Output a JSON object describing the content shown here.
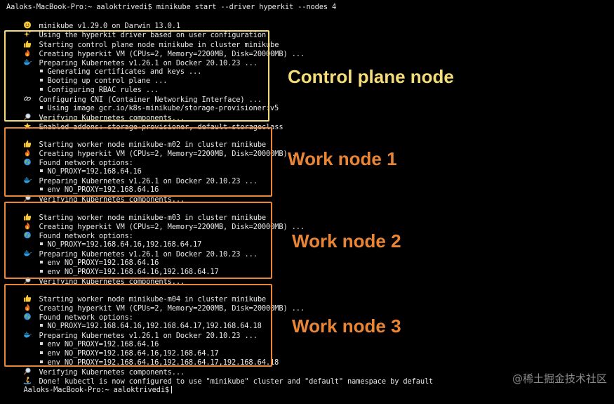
{
  "terminal": {
    "command_line": "Aaloks-MacBook-Pro:~ aaloktrivedi$ minikube start --driver hyperkit --nodes 4",
    "control_plane": {
      "lines": [
        "minikube v1.29.0 on Darwin 13.0.1",
        "Using the hyperkit driver based on user configuration",
        "Starting control plane node minikube in cluster minikube",
        "Creating hyperkit VM (CPUs=2, Memory=2200MB, Disk=20000MB) ...",
        "Preparing Kubernetes v1.26.1 on Docker 20.10.23 ...",
        "Generating certificates and keys ...",
        "Booting up control plane ...",
        "Configuring RBAC rules ...",
        "Configuring CNI (Container Networking Interface) ...",
        "Using image gcr.io/k8s-minikube/storage-provisioner:v5",
        "Verifying Kubernetes components...",
        "Enabled addons: storage-provisioner, default-storageclass"
      ]
    },
    "worker1": {
      "lines": [
        "Starting worker node minikube-m02 in cluster minikube",
        "Creating hyperkit VM (CPUs=2, Memory=2200MB, Disk=20000MB) ...",
        "Found network options:",
        "NO_PROXY=192.168.64.16",
        "Preparing Kubernetes v1.26.1 on Docker 20.10.23 ...",
        "env NO_PROXY=192.168.64.16",
        "Verifying Kubernetes components..."
      ]
    },
    "worker2": {
      "lines": [
        "Starting worker node minikube-m03 in cluster minikube",
        "Creating hyperkit VM (CPUs=2, Memory=2200MB, Disk=20000MB) ...",
        "Found network options:",
        "NO_PROXY=192.168.64.16,192.168.64.17",
        "Preparing Kubernetes v1.26.1 on Docker 20.10.23 ...",
        "env NO_PROXY=192.168.64.16",
        "env NO_PROXY=192.168.64.16,192.168.64.17",
        "Verifying Kubernetes components..."
      ]
    },
    "worker3": {
      "lines": [
        "Starting worker node minikube-m04 in cluster minikube",
        "Creating hyperkit VM (CPUs=2, Memory=2200MB, Disk=20000MB) ...",
        "Found network options:",
        "NO_PROXY=192.168.64.16,192.168.64.17,192.168.64.18",
        "Preparing Kubernetes v1.26.1 on Docker 20.10.23 ...",
        "env NO_PROXY=192.168.64.16",
        "env NO_PROXY=192.168.64.16,192.168.64.17",
        "env NO_PROXY=192.168.64.16,192.168.64.17,192.168.64.18",
        "Verifying Kubernetes components..."
      ]
    },
    "done_line": "Done! kubectl is now configured to use \"minikube\" cluster and \"default\" namespace by default",
    "prompt": "Aaloks-MacBook-Pro:~ aaloktrivedi$"
  },
  "annotations": {
    "control_plane": "Control plane node",
    "worker1": "Work node 1",
    "worker2": "Work node 2",
    "worker3": "Work node 3"
  },
  "watermark": "@稀土掘金技术社区",
  "icons": {
    "smile": "smile-emoji-icon",
    "sparkles": "sparkles-emoji-icon",
    "thumbs_up": "thumbs-up-emoji-icon",
    "fire": "fire-emoji-icon",
    "whale": "docker-whale-icon",
    "link": "link-emoji-icon",
    "magnifier": "magnifier-emoji-icon",
    "star": "star-emoji-icon",
    "globe": "globe-emoji-icon",
    "surfer": "surfer-emoji-icon"
  },
  "colors": {
    "control_plane_accent": "#f5dc78",
    "worker_accent": "#e98535",
    "background": "#000000",
    "text": "#e8e8e8"
  }
}
